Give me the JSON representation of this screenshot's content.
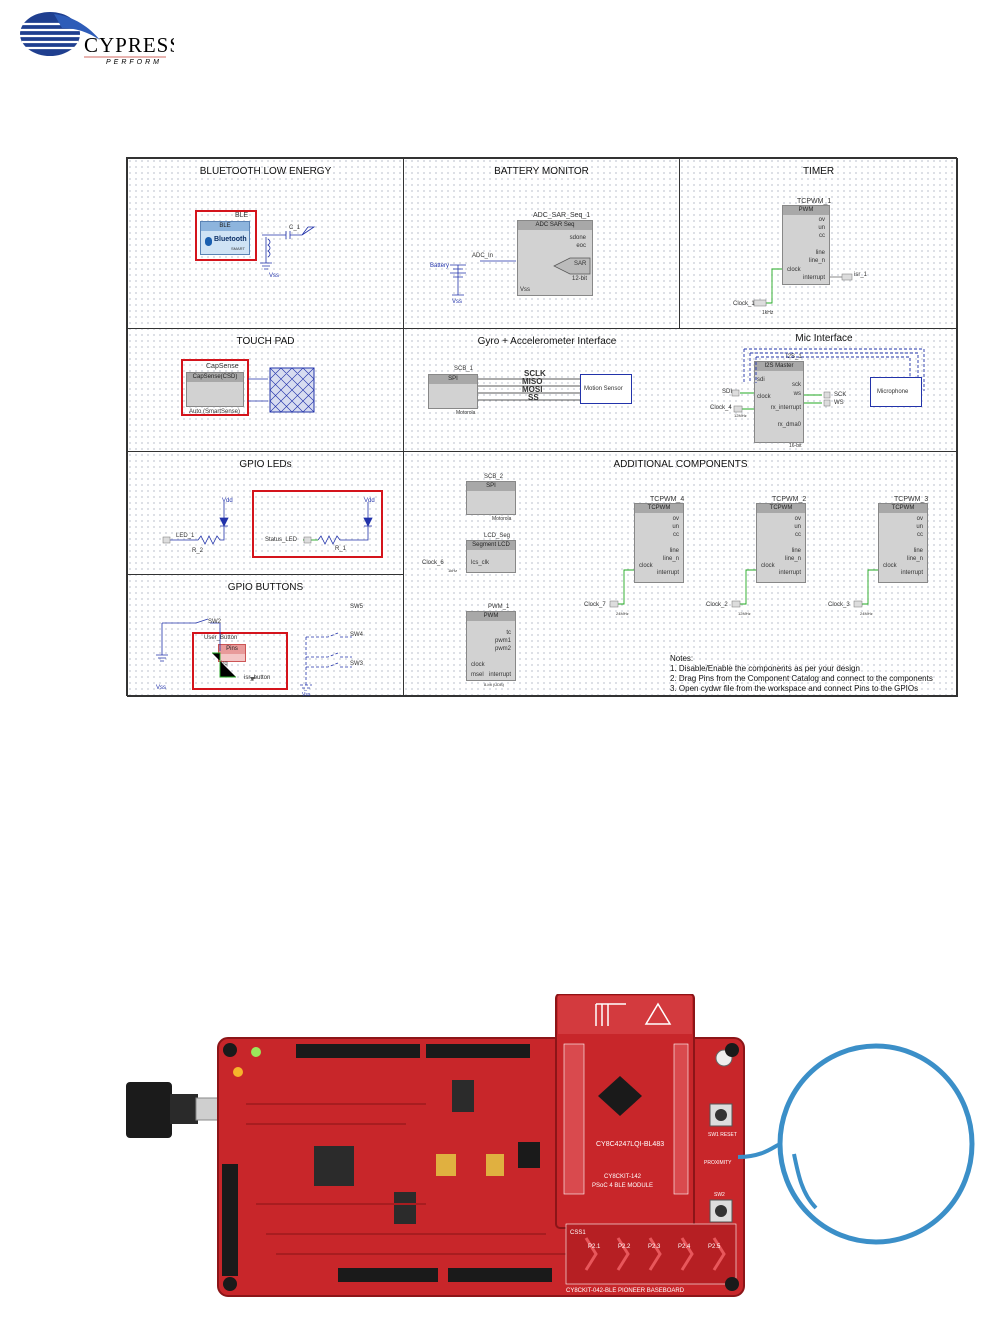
{
  "brand": {
    "name": "CYPRESS",
    "tagline": "PERFORM"
  },
  "schematic": {
    "panels": {
      "ble": {
        "title": "BLUETOOTH LOW ENERGY",
        "instance": "BLE",
        "header": "BLE",
        "body": "Bluetooth",
        "sub": "SMART",
        "cap": "C_1",
        "gnd": "Vss"
      },
      "battery": {
        "title": "BATTERY MONITOR",
        "instance": "ADC_SAR_Seq_1",
        "header": "ADC SAR Seq",
        "pin1": "sdone",
        "pin2": "eoc",
        "sar": "SAR",
        "bits": "12-bit",
        "input": "ADC_In",
        "battery": "Battery",
        "gnd": "Vss",
        "vref": "Vss"
      },
      "timer": {
        "title": "TIMER",
        "instance": "TCPWM_1",
        "header": "PWM",
        "pins": [
          "ov",
          "un",
          "cc",
          "line",
          "line_n",
          "interrupt"
        ],
        "clock_pin": "clock",
        "clock": "Clock_1",
        "clock_freq": "1kHz",
        "isr": "isr_1"
      },
      "touch": {
        "title": "TOUCH PAD",
        "instance": "CapSense",
        "header": "CapSense(CSD)",
        "mode": "Auto (SmartSense)"
      },
      "gyro": {
        "title": "Gyro + Accelerometer Interface",
        "instance": "SCB_1",
        "header": "SPI",
        "footer": "Motorola",
        "signals": [
          "SCLK",
          "MISO",
          "MOSI",
          "SS"
        ],
        "sensor": "Motion Sensor"
      },
      "mic": {
        "title": "Mic Interface",
        "instance": "I2S_1",
        "header": "I2S Master",
        "pins": [
          "sck",
          "ws",
          "rx_interrupt",
          "rx_dma0"
        ],
        "sdi_pin": "sdi",
        "sdi": "SDI",
        "clock_pin": "clock",
        "clock": "Clock_4",
        "clock_freq": "12MHz",
        "out1": "SCK",
        "out2": "WS",
        "mic": "Microphone",
        "foot": "16-bit"
      },
      "leds": {
        "title": "GPIO LEDs",
        "led1": "LED_1",
        "r1": "R_2",
        "status": "Status_LED",
        "r2": "R_1",
        "vdd1": "Vdd",
        "vdd2": "Vdd"
      },
      "buttons": {
        "title": "GPIO BUTTONS",
        "user": "User_Button",
        "pins": "Pins",
        "irq": "irq",
        "isr": "isr_button",
        "sw2": "SW2",
        "sw5": "SW5",
        "sw4": "SW4",
        "sw3": "SW3",
        "vss1": "Vss",
        "vss2": "Vss"
      },
      "additional": {
        "title": "ADDITIONAL COMPONENTS",
        "scb2": {
          "instance": "SCB_2",
          "header": "SPI",
          "footer": "Motorola"
        },
        "lcd": {
          "instance": "LCD_Seg",
          "header": "Segment LCD",
          "pin": "lcs_clk",
          "clock": "Clock_6",
          "freq": "1kHz"
        },
        "pwm": {
          "instance": "PWM_1",
          "header": "PWM",
          "pins": [
            "tc",
            "pwm1",
            "pwm2"
          ],
          "clock_pin": "clock",
          "extra": "msel",
          "int": "interrupt",
          "foot": "8-bit (UDB)"
        },
        "tcpwm": [
          {
            "instance": "TCPWM_4",
            "header": "TCPWM",
            "clock": "Clock_7",
            "freq": "24MHz"
          },
          {
            "instance": "TCPWM_2",
            "header": "TCPWM",
            "clock": "Clock_2",
            "freq": "12MHz"
          },
          {
            "instance": "TCPWM_3",
            "header": "TCPWM",
            "clock": "Clock_3",
            "freq": "24MHz"
          }
        ],
        "tcpwm_pins": [
          "ov",
          "un",
          "cc",
          "line",
          "line_n",
          "interrupt"
        ],
        "tcpwm_clock": "clock",
        "notes": [
          "Notes:",
          "1. Disable/Enable the components as per your design",
          "2. Drag Pins from the Component Catalog and connect to the components",
          "3. Open cydwr file from the workspace and connect Pins to the GPIOs"
        ]
      }
    }
  },
  "board": {
    "module_label": "CY8C4247LQI-BL483",
    "module_sub": "CY8CKIT-142",
    "module_sub2": "PSoC 4 BLE MODULE",
    "base_label": "CY8CKIT-042-BLE PIONEER BASEBOARD",
    "pads": [
      "P2.1",
      "P2.2",
      "P2.3",
      "P2.4",
      "P2.5"
    ],
    "pad_group": "CSS1",
    "switches": [
      "SW1 RESET",
      "SW2",
      "PROXIMITY"
    ],
    "colors": {
      "pcb": "#c8262a",
      "pcb_dark": "#a81d20",
      "loop": "#3b8fc8"
    }
  }
}
